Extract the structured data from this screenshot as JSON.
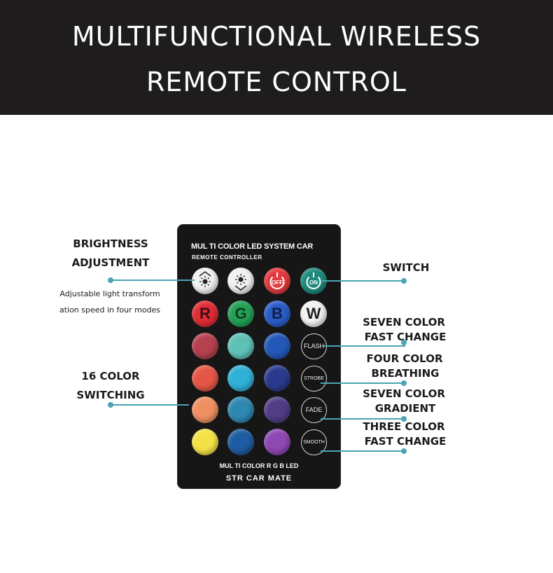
{
  "header": {
    "line1": "MULTIFUNCTIONAL WIRELESS",
    "line2": "REMOTE CONTROL"
  },
  "remote": {
    "title": "MUL TI COLOR LED SYSTEM CAR",
    "subtitle": "REMOTE CONTROLLER",
    "footer_line1": "MUL TI COLOR R G B LED",
    "footer_line2": "STR CAR MATE",
    "buttons": {
      "off": "OFF",
      "on": "ON",
      "r": "R",
      "g": "G",
      "b": "B",
      "w": "W",
      "flash": "FLASH",
      "strobe": "STROBE",
      "fade": "FADE",
      "smooth": "SMOOTH"
    }
  },
  "labels": {
    "brightness_line1": "BRIGHTNESS",
    "brightness_line2": "ADJUSTMENT",
    "brightness_note1": "Adjustable light transform",
    "brightness_note2": "ation speed in four modes",
    "switching_line1": "16 COLOR",
    "switching_line2": "SWITCHING",
    "switch": "SWITCH",
    "seven_fast_line1": "SEVEN COLOR",
    "seven_fast_line2": "FAST CHANGE",
    "four_breathing_line1": "FOUR COLOR",
    "four_breathing_line2": "BREATHING",
    "seven_gradient_line1": "SEVEN COLOR",
    "seven_gradient_line2": "GRADIENT",
    "three_fast_line1": "THREE COLOR",
    "three_fast_line2": "FAST CHANGE"
  },
  "colors": {
    "header_bg": "#1e1c1d",
    "callout": "#4aa4b4",
    "remote_body": "#161616",
    "off_button": "#e23a3e",
    "on_button": "#1e8a7c"
  }
}
